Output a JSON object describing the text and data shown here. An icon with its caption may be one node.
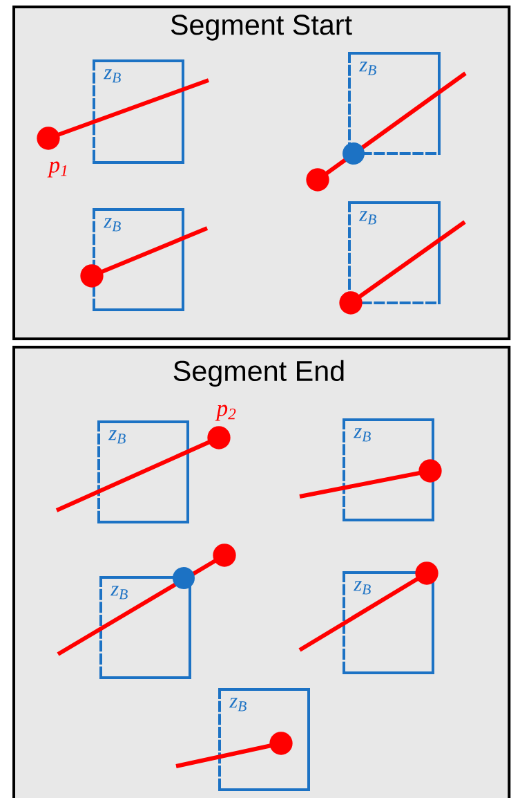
{
  "diagram": {
    "nodes": [
      {
        "text": [
          "Segment Start"
        ]
      },
      {
        "text": [
          "z$_{B}$"
        ],
        "in": 0
      },
      {
        "text": [
          "z$_{B}$"
        ],
        "in": 0
      },
      {
        "text": [
          "z$_{B}$"
        ],
        "in": 0
      },
      {
        "text": [
          "z$_{B}$"
        ],
        "in": 0
      },
      {
        "text": [
          "Segment End"
        ]
      },
      {
        "text": [
          "z$_{B}$"
        ],
        "in": 5
      },
      {
        "text": [
          "z$_{B}$"
        ],
        "in": 5
      },
      {
        "text": [
          "z$_{B}$"
        ],
        "in": 5
      },
      {
        "text": [
          "z$_{B}$"
        ],
        "in": 5
      },
      {
        "text": [
          "z$_{B}$"
        ],
        "in": 5
      }
    ],
    "labels": [
      "p$_{1}$",
      "p$_{2}$"
    ]
  }
}
